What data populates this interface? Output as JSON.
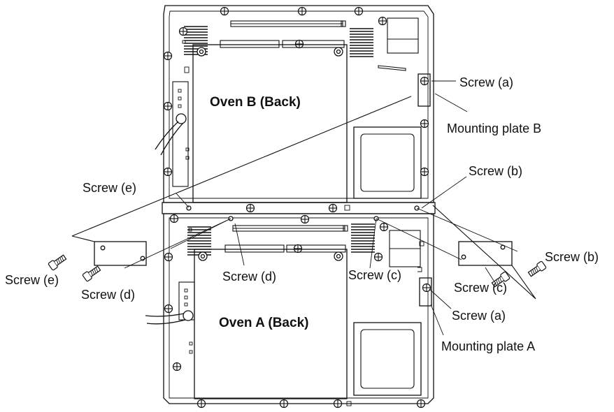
{
  "diagram": {
    "oven_b_label": "Oven B (Back)",
    "oven_a_label": "Oven A (Back)",
    "callouts": {
      "screw_a_top": "Screw (a)",
      "mounting_plate_b": "Mounting plate B",
      "screw_b_top": "Screw (b)",
      "screw_e_top": "Screw (e)",
      "screw_e_left": "Screw (e)",
      "screw_d_left": "Screw (d)",
      "screw_d_mid": "Screw (d)",
      "screw_c_mid": "Screw (c)",
      "screw_b_right": "Screw (b)",
      "screw_c_right": "Screw (c)",
      "screw_a_bottom": "Screw (a)",
      "mounting_plate_a": "Mounting plate A"
    }
  }
}
